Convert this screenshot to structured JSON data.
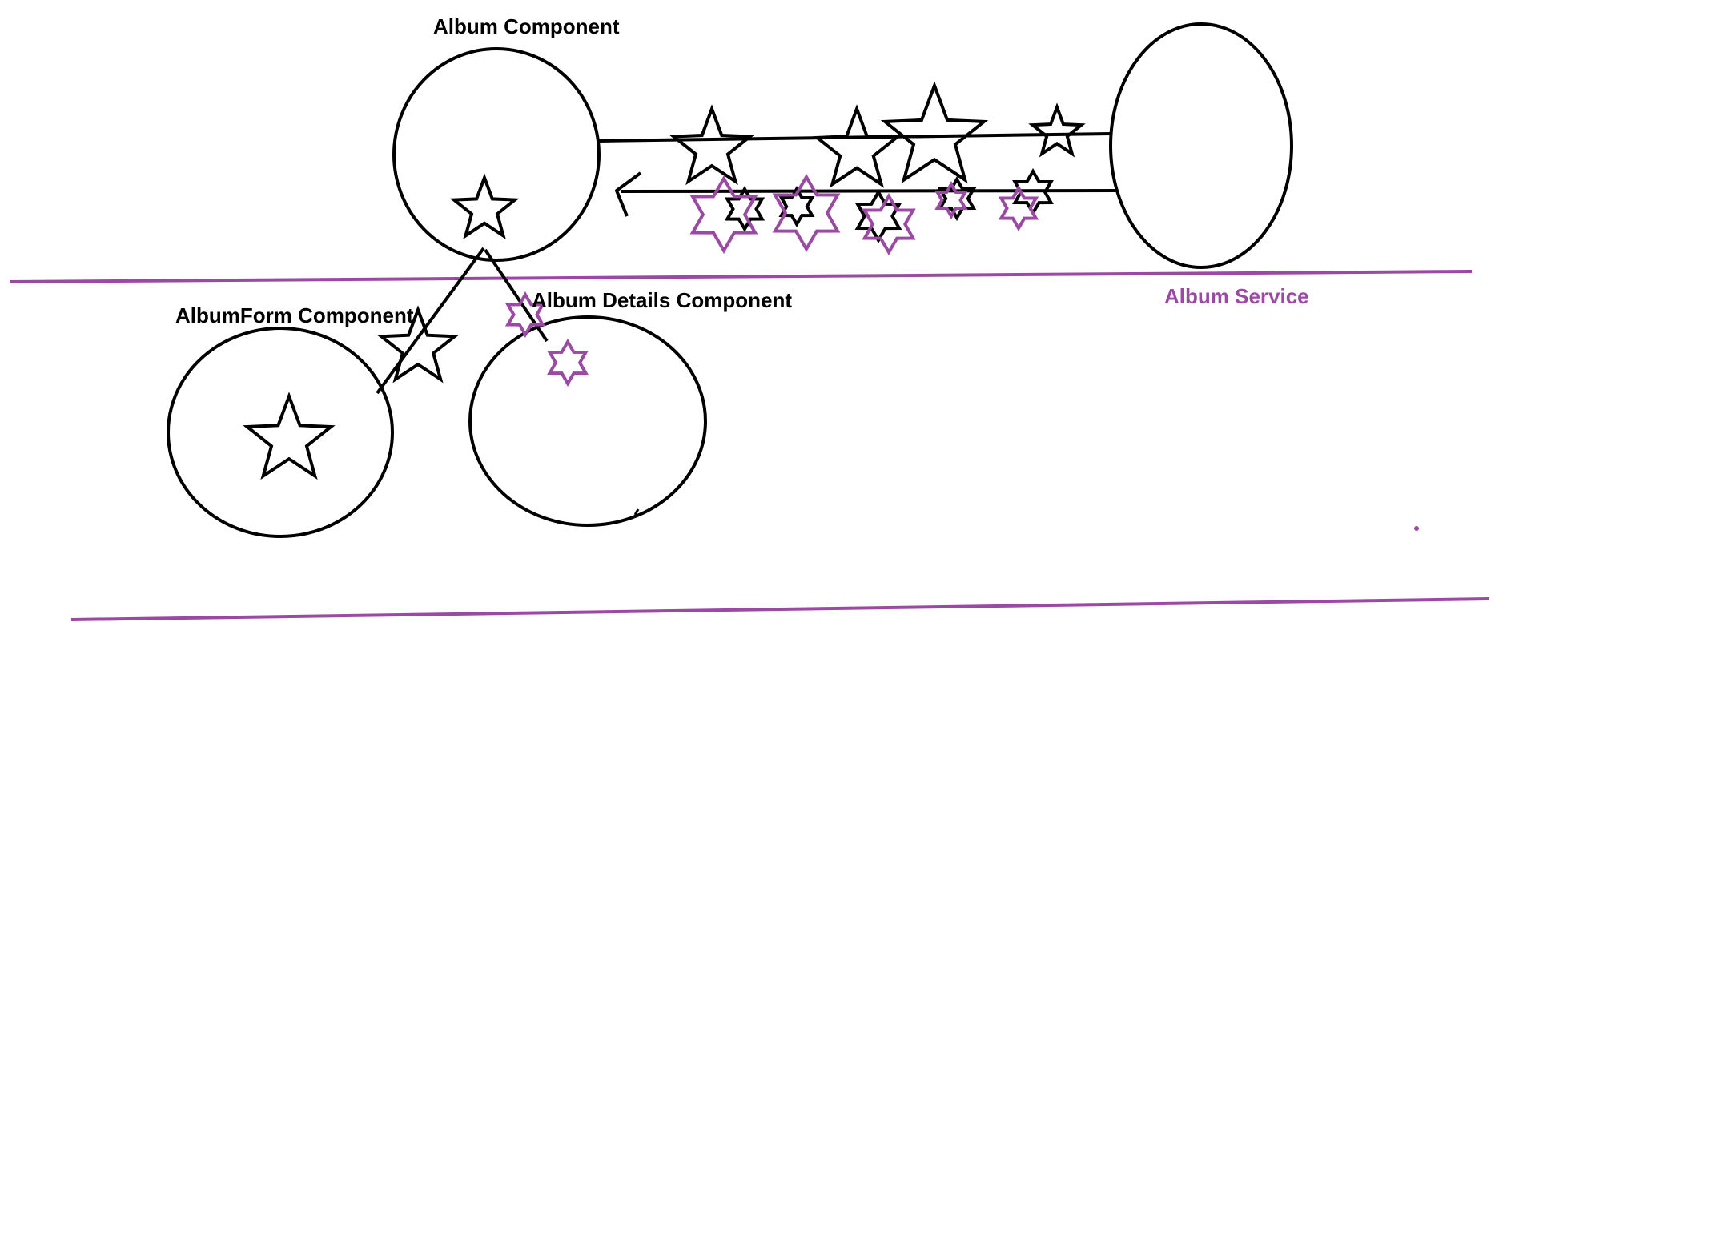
{
  "labels": {
    "album_component": "Album Component",
    "album_form_component": "AlbumForm Component",
    "album_details_component": "Album Details Component",
    "album_service": "Album Service"
  },
  "colors": {
    "ink": "#000000",
    "accent": "#9b4aa3",
    "background": "#ffffff"
  },
  "icons": {
    "five_point_star": "five-point-star-icon",
    "six_point_star": "six-point-star-icon",
    "arrow_head": "arrow-head-icon"
  }
}
